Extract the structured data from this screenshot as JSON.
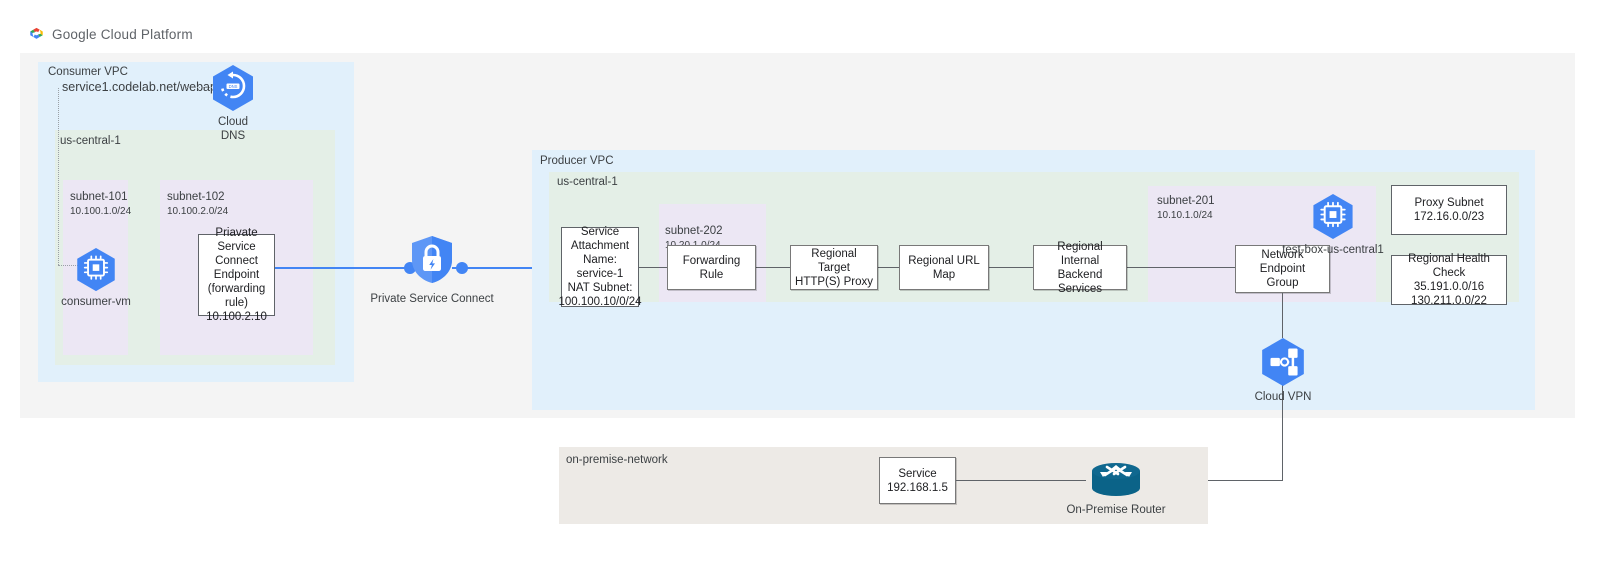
{
  "brand": {
    "logo_icon": "google-cloud-logo",
    "name_bold": "Google",
    "name_rest": "Cloud Platform"
  },
  "consumer": {
    "vpc_label": "Consumer VPC",
    "region_label": "us-central-1",
    "dns_url": "service1.codelab.net/webapp",
    "cloud_dns": {
      "icon": "cloud-dns-icon",
      "label_line1": "Cloud",
      "label_line2": "DNS"
    },
    "subnets": [
      {
        "name": "subnet-101",
        "cidr": "10.100.1.0/24"
      },
      {
        "name": "subnet-102",
        "cidr": "10.100.2.0/24"
      }
    ],
    "vm": {
      "icon": "compute-engine-vm-icon",
      "label": "consumer-vm"
    },
    "psc_endpoint": {
      "line1": "Priavate Service",
      "line2": "Connect Endpoint",
      "line3": "(forwarding rule)",
      "line4": "10.100.2.10"
    }
  },
  "psc": {
    "icon": "private-service-connect-icon",
    "label": "Private Service Connect"
  },
  "producer": {
    "vpc_label": "Producer VPC",
    "region_label": "us-central-1",
    "service_attachment": {
      "line1": "Service",
      "line2": "Attachment",
      "line3": "Name: service-1",
      "line4": "NAT Subnet:",
      "line5": "100.100.10/0/24"
    },
    "subnet_202": {
      "name": "subnet-202",
      "cidr": "10.20.1.0/24"
    },
    "subnet_201": {
      "name": "subnet-201",
      "cidr": "10.10.1.0/24"
    },
    "forwarding_rule": "Forwarding Rule",
    "target_proxy": {
      "line1": "Regional Target",
      "line2": "HTTP(S) Proxy"
    },
    "url_map": "Regional URL Map",
    "backend_services": {
      "line1": "Regional Internal",
      "line2": "Backend Services"
    },
    "neg": {
      "line1": "Network Endpoint",
      "line2": "Group"
    },
    "test_box": {
      "icon": "compute-engine-vm-icon",
      "label": "test-box-us-central1"
    },
    "proxy_subnet": {
      "line1": "Proxy Subnet",
      "line2": "172.16.0.0/23"
    },
    "health_check": {
      "line1": "Regional Health Check",
      "line2": "35.191.0.0/16",
      "line3": "130.211.0.0/22"
    }
  },
  "cloud_vpn": {
    "icon": "cloud-vpn-icon",
    "label": "Cloud VPN"
  },
  "onprem": {
    "network_label": "on-premise-network",
    "service": {
      "line1": "Service",
      "line2": "192.168.1.5"
    },
    "router": {
      "icon": "router-icon",
      "label": "On-Premise Router"
    }
  },
  "colors": {
    "vpc_blue": "#e1f0fb",
    "region_green": "#e4efe7",
    "subnet_purple": "#ece7f4",
    "outer_gray": "#f4f4f4",
    "onprem_gray": "#edeae6",
    "accent_blue": "#4285f4",
    "line_gray": "#5f6368",
    "router_teal": "#10688f"
  }
}
